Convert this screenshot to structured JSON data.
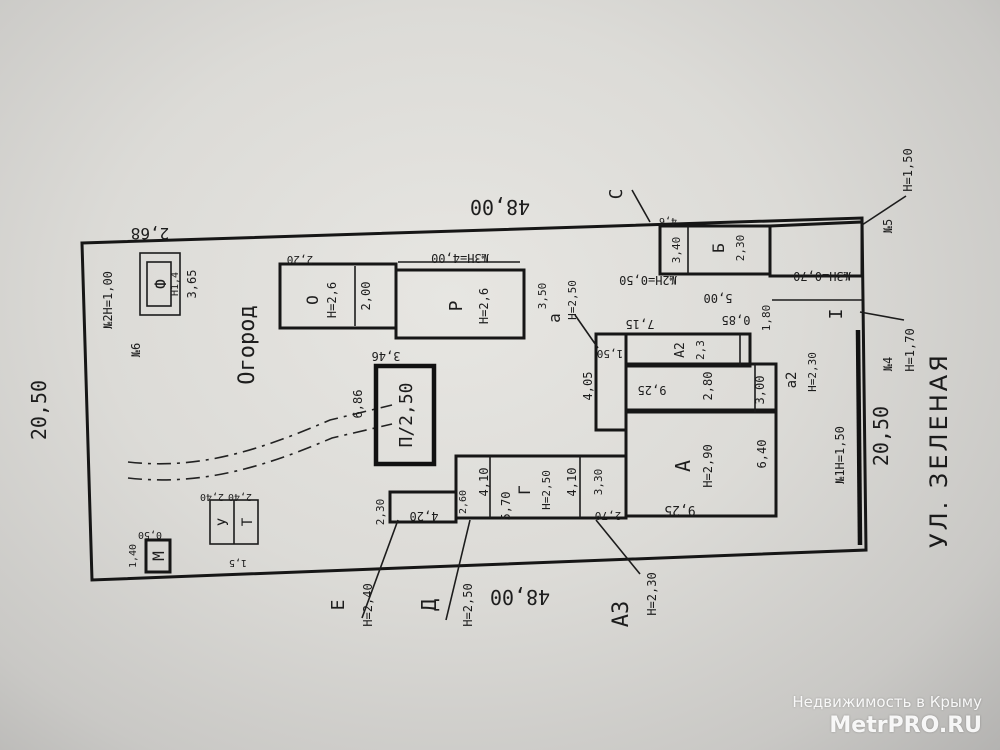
{
  "street": "УЛ. ЗЕЛЕНАЯ",
  "watermark": {
    "line1": "Недвижимость в Крыму",
    "line2": "MetrPRO.RU"
  },
  "plot": {
    "length_top": "48,00",
    "length_bottom": "48,00",
    "width_left": "20,50",
    "width_right": "20,50",
    "corner_top_left": "2,68",
    "garden": "Огород"
  },
  "buildings": {
    "A": {
      "letter": "А",
      "height": "H=2,90",
      "dim_side": "6,40",
      "dim_bottom": "9,25"
    },
    "A1": {
      "height": "2,80",
      "dim_top": "9,25",
      "dim_side": "3,00"
    },
    "A2": {
      "letter": "А2",
      "height": "2,3",
      "dim_top": "7,15",
      "dim_a": "0,85",
      "dim_b": "1,80",
      "dim_left": "1,50"
    },
    "a": {
      "letter": "а",
      "height": "H=2,50"
    },
    "a2": {
      "letter": "а2",
      "height": "H=2,30"
    },
    "B": {
      "letter": "Б",
      "height": "2,30",
      "dim_w": "3,40",
      "dim_b": "5,00",
      "dim_t": "4,6"
    },
    "G": {
      "letter": "Г",
      "height": "H=2,50",
      "dim_w": "4,10",
      "dim_w2": "4,10",
      "dim_l": "5,70"
    },
    "O": {
      "letter": "О",
      "height": "H=2,6",
      "dim": "2,00",
      "top": "2,20"
    },
    "R": {
      "letter": "Р",
      "height": "H=2,6",
      "dim": "3,50"
    },
    "P": {
      "label": "П/2,50",
      "dim": "6,86",
      "top": "3,46"
    },
    "F": {
      "label": "Ф",
      "sub": "Н1,4",
      "dim": "3,65"
    },
    "M": {
      "label": "М",
      "dim": "0,50",
      "top": "1,40"
    },
    "Y": {
      "label": "У",
      "dim": "2,40"
    },
    "T": {
      "label": "Т",
      "dim": "2,40"
    },
    "W3": "3,30",
    "W4": "2,70",
    "W5": "2,60",
    "W6": "4,20",
    "W7": "2,30",
    "M_bottom": "1,5"
  },
  "fences": {
    "n3": "№3Н=4,00",
    "n2": "№2Н=0,50",
    "n1": "№1Н=1,50",
    "n_top": "№2Н=1,00",
    "n6": "№6",
    "n_gate": "№3Н=0,70",
    "n5": "№5",
    "n5h": "Н=1,50",
    "n4": "№4",
    "n4h": "Н=1,70"
  },
  "callouts": {
    "E": {
      "letter": "Е",
      "height": "Н=2,40"
    },
    "D": {
      "letter": "Д",
      "height": "Н=2,50"
    },
    "A3": {
      "letter": "А3",
      "height": "Н=2,30"
    },
    "C": {
      "letter": "С"
    },
    "I": "I"
  }
}
